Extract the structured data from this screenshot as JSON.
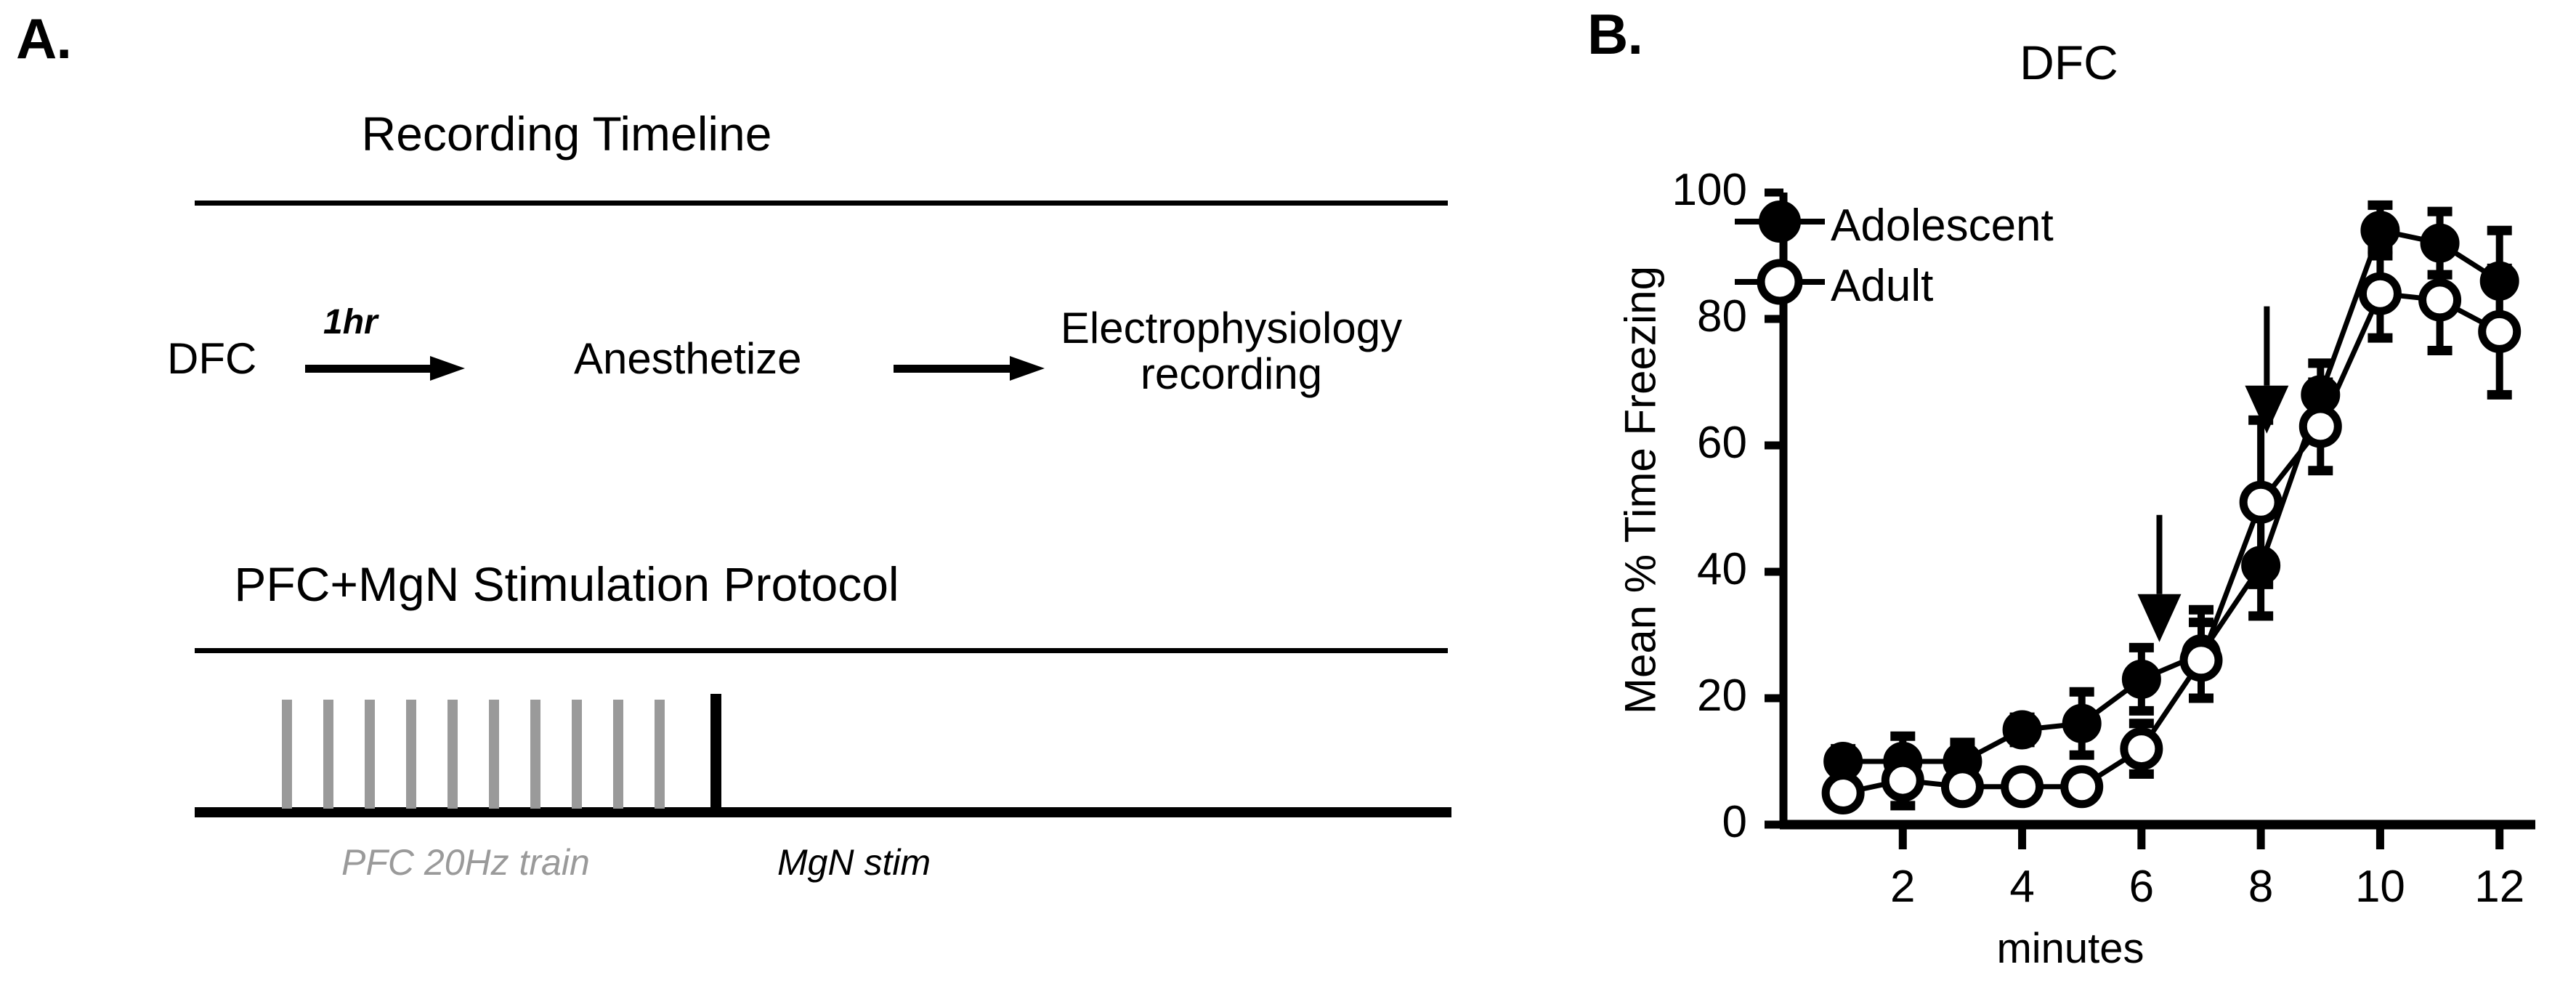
{
  "panels": {
    "a": {
      "label": "A."
    },
    "b": {
      "label": "B."
    }
  },
  "panel_a": {
    "timeline": {
      "title": "Recording Timeline",
      "nodes": [
        {
          "name": "dfc",
          "text": "DFC"
        },
        {
          "name": "anesthetize",
          "text": "Anesthetize"
        },
        {
          "name": "ephys",
          "text": "Electrophysiology recording"
        }
      ],
      "interval_label": "1hr",
      "arrow_count": 2
    },
    "protocol": {
      "title": "PFC+MgN Stimulation Protocol",
      "pfc_caption": "PFC 20Hz train",
      "mgn_caption": "MgN stim",
      "pfc_pulse_count": 10,
      "mgn_pulse_count": 1,
      "pfc_color": "#9a9a9a",
      "mgn_color": "#000000"
    }
  },
  "chart_data": {
    "type": "line",
    "title": "DFC",
    "xlabel": "minutes",
    "ylabel": "Mean % Time Freezing",
    "xlim": [
      0,
      12.6
    ],
    "ylim": [
      0,
      100
    ],
    "xticks": [
      2,
      4,
      6,
      8,
      10,
      12
    ],
    "xticklabels": [
      "2",
      "4",
      "6",
      "8",
      "10",
      "12"
    ],
    "yticks": [
      0,
      20,
      40,
      60,
      80,
      100
    ],
    "yticklabels": [
      "0",
      "20",
      "40",
      "60",
      "80",
      "100"
    ],
    "grid": false,
    "legend_position": "top-left",
    "x": [
      1,
      2,
      3,
      4,
      5,
      6,
      7,
      8,
      9,
      10,
      11,
      12
    ],
    "series": [
      {
        "name": "Adolescent",
        "marker": "filled-circle",
        "color": "#000000",
        "values": [
          10,
          10,
          10,
          15,
          16,
          23,
          27,
          41,
          68,
          94,
          92,
          86
        ],
        "errors": [
          2,
          4,
          3,
          2,
          5,
          5,
          7,
          8,
          5,
          4,
          5,
          8
        ]
      },
      {
        "name": "Adult",
        "marker": "open-circle",
        "color": "#000000",
        "values": [
          5,
          7,
          6,
          6,
          6,
          12,
          26,
          51,
          63,
          84,
          83,
          78
        ],
        "errors": [
          2,
          4,
          2,
          1,
          1,
          4,
          6,
          13,
          7,
          7,
          8,
          10
        ]
      }
    ],
    "annotations": [
      {
        "name": "arrow-minute-6",
        "type": "down-arrow",
        "x": 6.3,
        "y_top": 49,
        "y_bottom": 36
      },
      {
        "name": "arrow-minute-8",
        "type": "down-arrow",
        "x": 8.1,
        "y_top": 82,
        "y_bottom": 69
      }
    ]
  }
}
